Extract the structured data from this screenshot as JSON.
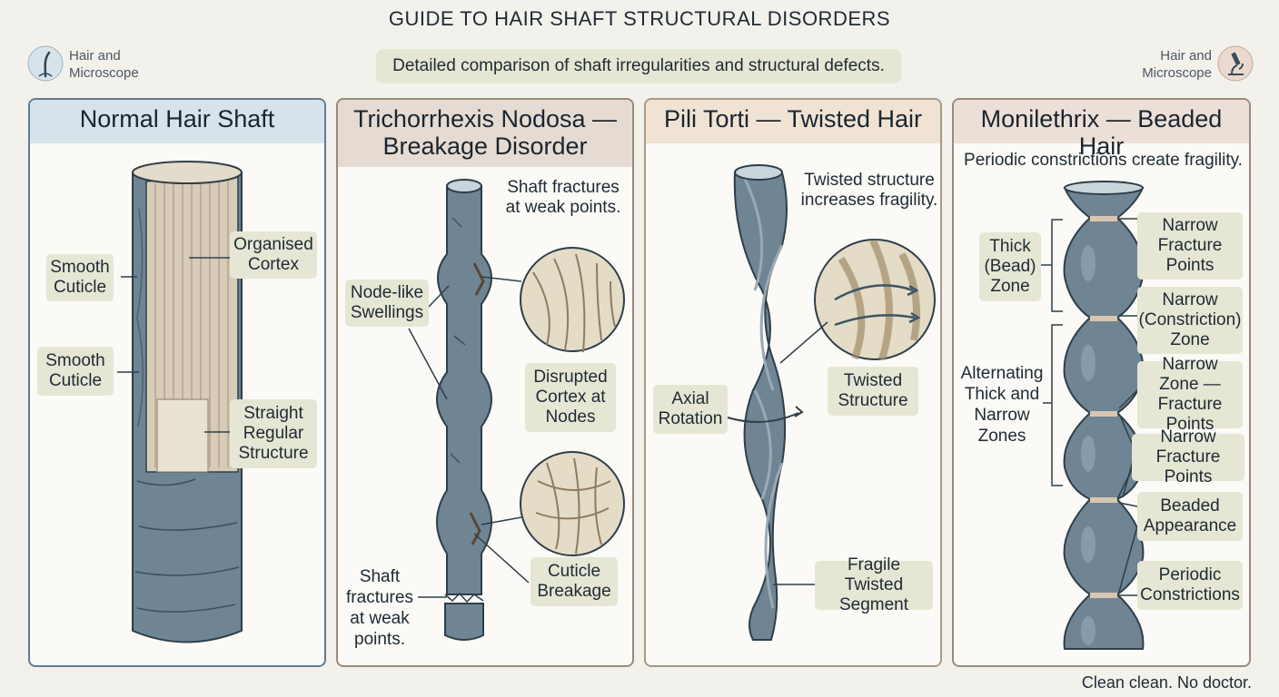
{
  "title": "GUIDE TO HAIR SHAFT STRUCTURAL DISORDERS",
  "subtitle": "Detailed comparison of shaft irregularities and structural defects.",
  "brand_left": {
    "line1": "Hair and",
    "line2": "Microscope",
    "icon": "hair-follicle-icon"
  },
  "brand_right": {
    "line1": "Hair and",
    "line2": "Microscope",
    "icon": "microscope-icon"
  },
  "panels": {
    "normal": {
      "title": "Normal Hair Shaft",
      "labels": {
        "smooth_cuticle_1": "Smooth Cuticle",
        "smooth_cuticle_2": "Smooth Cuticle",
        "organised_cortex": "Organised Cortex",
        "straight_regular": "Straight Regular Structure"
      }
    },
    "trichorrhexis": {
      "title": "Trichorrhexis Nodosa — Breakage Disorder",
      "note": "Shaft fractures at weak points.",
      "labels": {
        "node_swellings": "Node-like Swellings",
        "disrupted_cortex": "Disrupted Cortex at Nodes",
        "cuticle_breakage": "Cuticle Breakage",
        "shaft_fractures": "Shaft fractures at weak points."
      }
    },
    "pili_torti": {
      "title": "Pili Torti — Twisted Hair",
      "note": "Twisted structure increases fragility.",
      "labels": {
        "axial_rotation": "Axial Rotation",
        "twisted_structure": "Twisted Structure",
        "fragile_segment": "Fragile Twisted Segment"
      }
    },
    "monilethrix": {
      "title": "Monilethrix — Beaded Hair",
      "note": "Periodic constrictions create fragility.",
      "labels": {
        "thick_zone": "Thick (Bead) Zone",
        "alternating": "Alternating Thick and Narrow Zones",
        "narrow_fracture_1": "Narrow Fracture Points",
        "narrow_constriction": "Narrow (Constriction) Zone",
        "narrow_zone_fracture": "Narrow Zone — Fracture Points",
        "narrow_fracture_2": "Narrow Fracture Points",
        "beaded": "Beaded Appearance",
        "periodic": "Periodic Constrictions"
      }
    }
  },
  "footer": "Clean clean. No doctor."
}
